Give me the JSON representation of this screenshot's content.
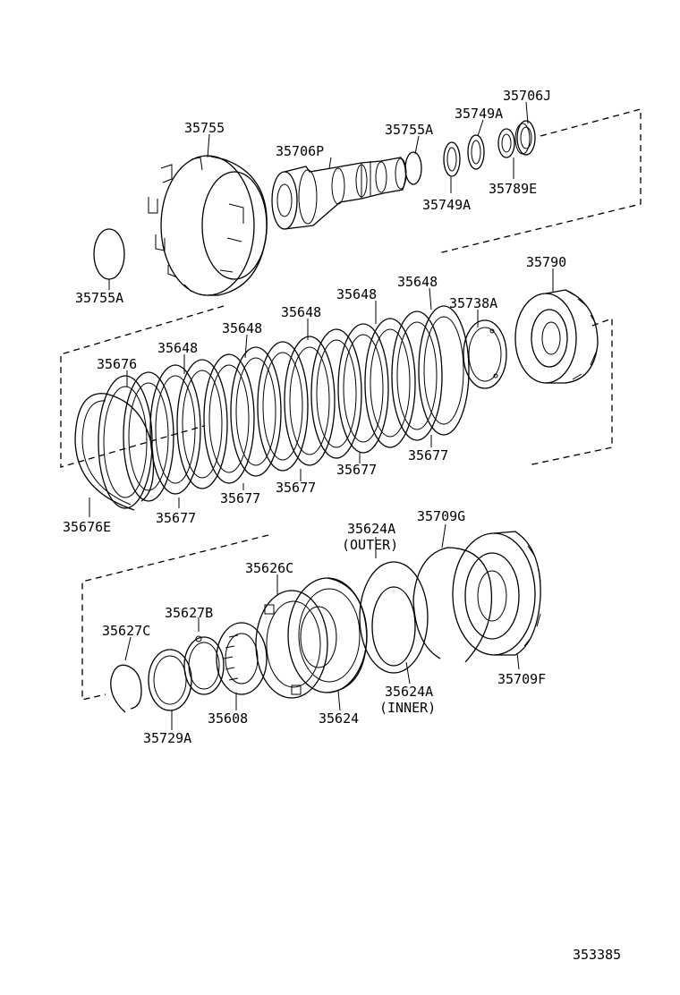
{
  "diagram": {
    "figure_number": "353385",
    "labels": {
      "p35706J": "35706J",
      "p35749A_top": "35749A",
      "p35755": "35755",
      "p35755A_top": "35755A",
      "p35706P": "35706P",
      "p35789E": "35789E",
      "p35749A_bot": "35749A",
      "p35755A_left": "35755A",
      "p35790": "35790",
      "p35648_a": "35648",
      "p35648_b": "35648",
      "p35648_c": "35648",
      "p35648_d": "35648",
      "p35648_e": "35648",
      "p35738A": "35738A",
      "p35676": "35676",
      "p35677_a": "35677",
      "p35677_b": "35677",
      "p35677_c": "35677",
      "p35677_d": "35677",
      "p35677_e": "35677",
      "p35676E": "35676E",
      "p35624A_outer": "35624A",
      "outer_note": "(OUTER)",
      "p35709G": "35709G",
      "p35626C": "35626C",
      "p35627B": "35627B",
      "p35627C": "35627C",
      "p35608": "35608",
      "p35624": "35624",
      "p35624A_inner": "35624A",
      "inner_note": "(INNER)",
      "p35709F": "35709F",
      "p35729A": "35729A"
    }
  }
}
